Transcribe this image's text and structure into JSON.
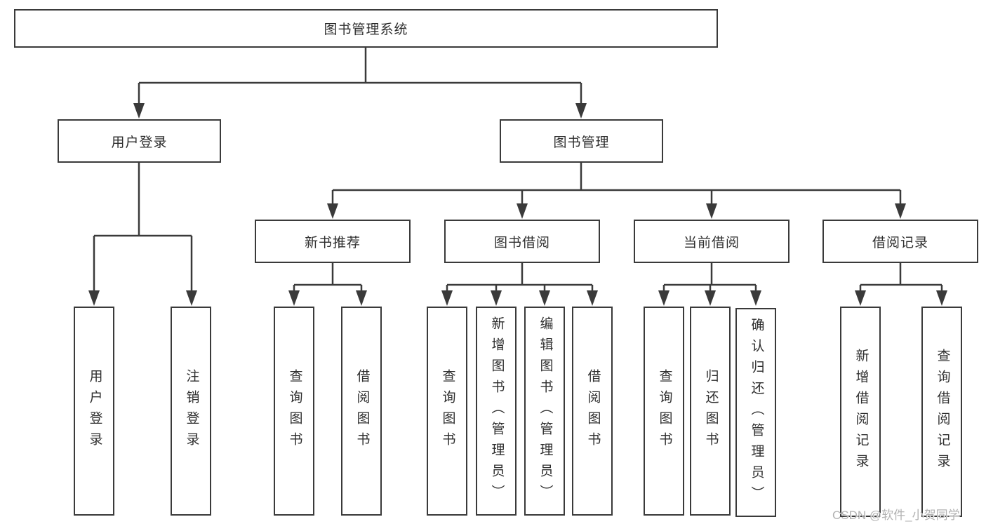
{
  "page": {
    "background": "#ffffff",
    "line_color": "#3a3a3a",
    "box_fill": "#ffffff",
    "text_color": "#2e2e2e"
  },
  "nodes": {
    "root": "图书管理系统",
    "user_login": "用户登录",
    "book_management": "图书管理",
    "new_book_recommend": "新书推荐",
    "book_borrow": "图书借阅",
    "current_borrow": "当前借阅",
    "borrow_record": "借阅记录",
    "leaf_user_login": "用户登录",
    "leaf_logout": "注销登录",
    "leaf_query_book_1": "查询图书",
    "leaf_borrow_book_1": "借阅图书",
    "leaf_query_book_2": "查询图书",
    "leaf_add_book_admin": "新增图书（管理员）",
    "leaf_edit_book_admin": "编辑图书（管理员）",
    "leaf_borrow_book_2": "借阅图书",
    "leaf_query_book_3": "查询图书",
    "leaf_return_book": "归还图书",
    "leaf_confirm_return_admin": "确认归还（管理员）",
    "leaf_add_borrow_record": "新增借阅记录",
    "leaf_query_borrow_record": "查询借阅记录"
  },
  "watermark": {
    "text": "CSDN @软件_小贺同学",
    "color": "#b2b2b2"
  }
}
